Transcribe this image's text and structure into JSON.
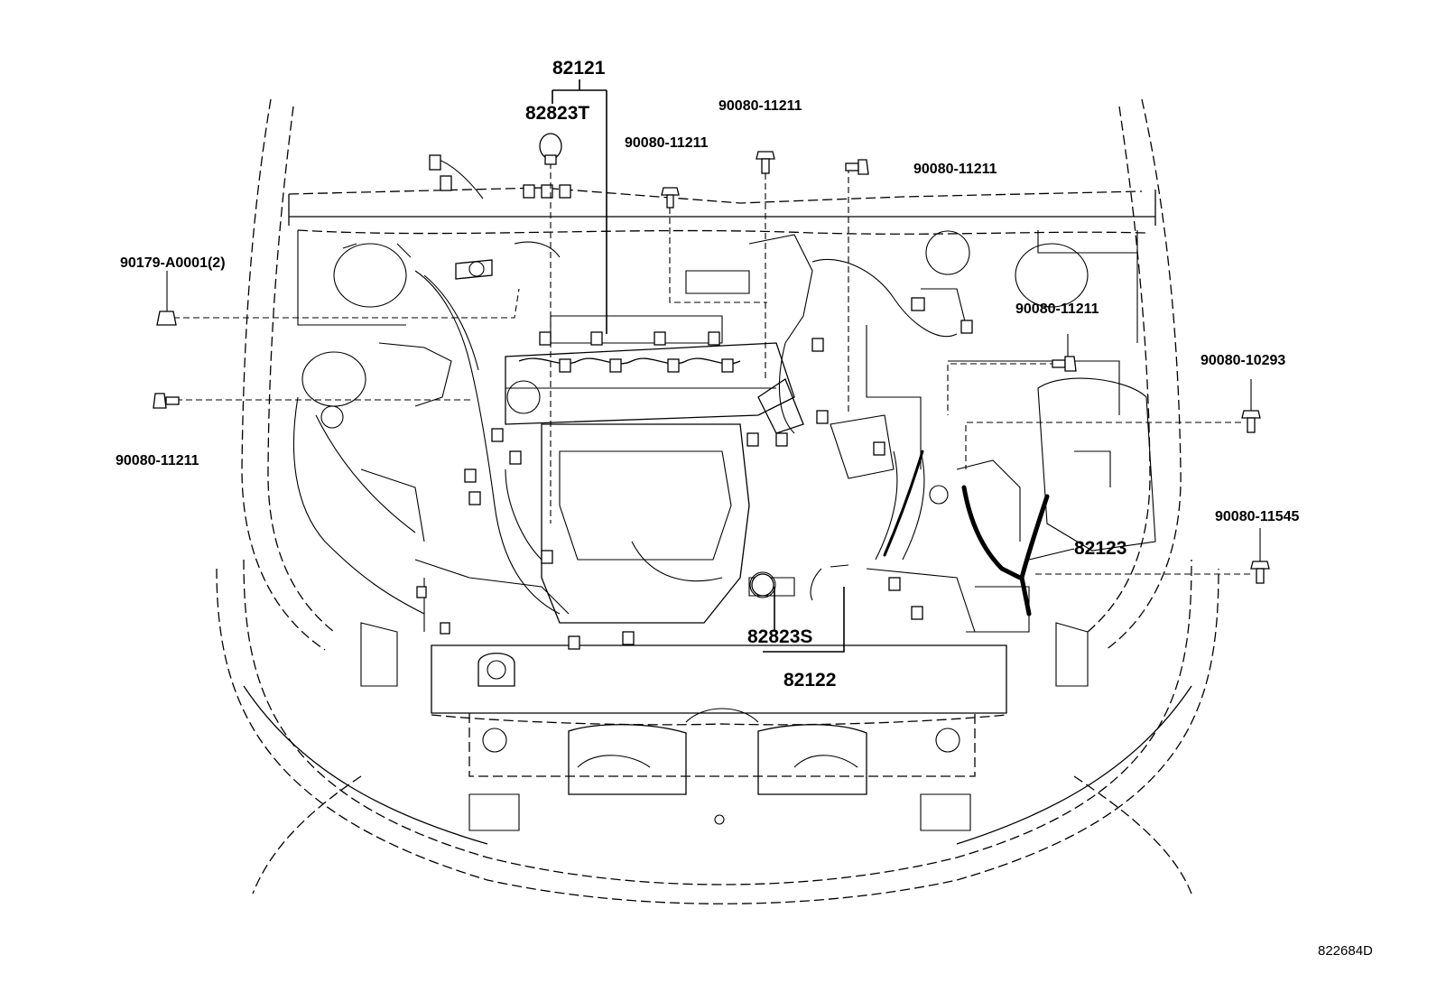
{
  "diagram": {
    "reference_code": "822684D",
    "callouts": {
      "harness_main": "82121",
      "bulb_t": "82823T",
      "bolt_top_left": "90080-11211",
      "bolt_top_center": "90080-11211",
      "bolt_top_right": "90080-11211",
      "clip_left": "90179-A0001(2)",
      "bolt_left": "90080-11211",
      "bolt_right_upper": "90080-11211",
      "bolt_right_mid": "90080-10293",
      "bolt_right_lower": "90080-11545",
      "cable_battery": "82123",
      "bulb_s": "82823S",
      "harness_engine": "82122"
    }
  }
}
